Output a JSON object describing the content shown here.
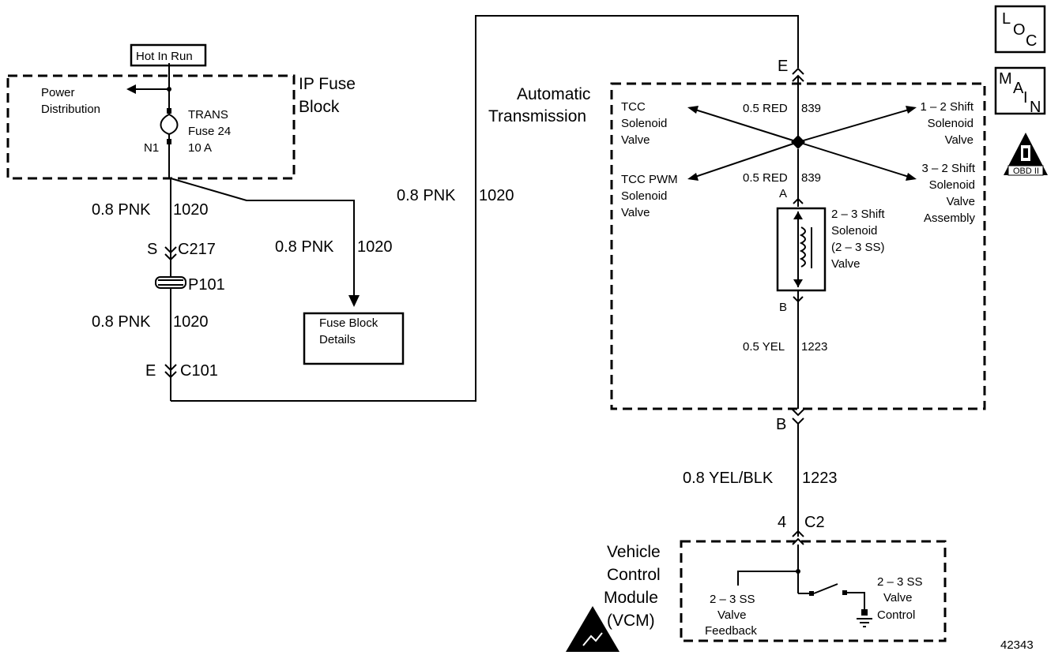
{
  "header": {
    "hot_in_run": "Hot In Run",
    "loc_icon": "loc-icon",
    "main_icon": "main-icon",
    "loc_letters": [
      "L",
      "O",
      "C"
    ],
    "main_letters": [
      "M",
      "A",
      "I",
      "N"
    ],
    "obd_label": "OBD II"
  },
  "ip_fuse_block": {
    "title_line1": "IP Fuse",
    "title_line2": "Block",
    "power_line1": "Power",
    "power_line2": "Distribution",
    "fuse_line1": "TRANS",
    "fuse_line2": "Fuse 24",
    "fuse_line3": "10 A",
    "node": "N1"
  },
  "wires": {
    "w1_gauge": "0.8 PNK",
    "w1_circuit": "1020",
    "w2_gauge": "0.8 PNK",
    "w2_circuit": "1020",
    "w3_gauge": "0.8 PNK",
    "w3_circuit": "1020",
    "w4_gauge": "0.8 PNK",
    "w4_circuit": "1020",
    "w5_gauge": "0.5 RED",
    "w5_circuit": "839",
    "w6_gauge": "0.5 RED",
    "w6_circuit": "839",
    "w7_gauge": "0.5 YEL",
    "w7_circuit": "1223",
    "w8_gauge": "0.8 YEL/BLK",
    "w8_circuit": "1223"
  },
  "connectors": {
    "s_pin": "S",
    "s_name": "C217",
    "p101": "P101",
    "e_pin": "E",
    "e_name": "C101",
    "trans_top": "E",
    "trans_bottom": "B",
    "sol_a": "A",
    "sol_b": "B",
    "vcm_pin": "4",
    "vcm_name": "C2"
  },
  "fuse_block_details": {
    "line1": "Fuse Block",
    "line2": "Details"
  },
  "transmission": {
    "title_line1": "Automatic",
    "title_line2": "Transmission",
    "tcc_line1": "TCC",
    "tcc_line2": "Solenoid",
    "tcc_line3": "Valve",
    "shift12_line1": "1 – 2 Shift",
    "shift12_line2": "Solenoid",
    "shift12_line3": "Valve",
    "pwm_line1": "TCC PWM",
    "pwm_line2": "Solenoid",
    "pwm_line3": "Valve",
    "shift32_line1": "3 – 2 Shift",
    "shift32_line2": "Solenoid",
    "shift32_line3": "Valve",
    "shift32_line4": "Assembly",
    "ss23_line1": "2 – 3 Shift",
    "ss23_line2": "Solenoid",
    "ss23_line3": "(2 – 3 SS)",
    "ss23_line4": "Valve"
  },
  "vcm": {
    "title_line1": "Vehicle",
    "title_line2": "Control",
    "title_line3": "Module",
    "title_line4": "(VCM)",
    "fb_line1": "2 – 3 SS",
    "fb_line2": "Valve",
    "fb_line3": "Feedback",
    "ctl_line1": "2 – 3 SS",
    "ctl_line2": "Valve",
    "ctl_line3": "Control"
  },
  "footer": {
    "figure_number": "42343"
  }
}
